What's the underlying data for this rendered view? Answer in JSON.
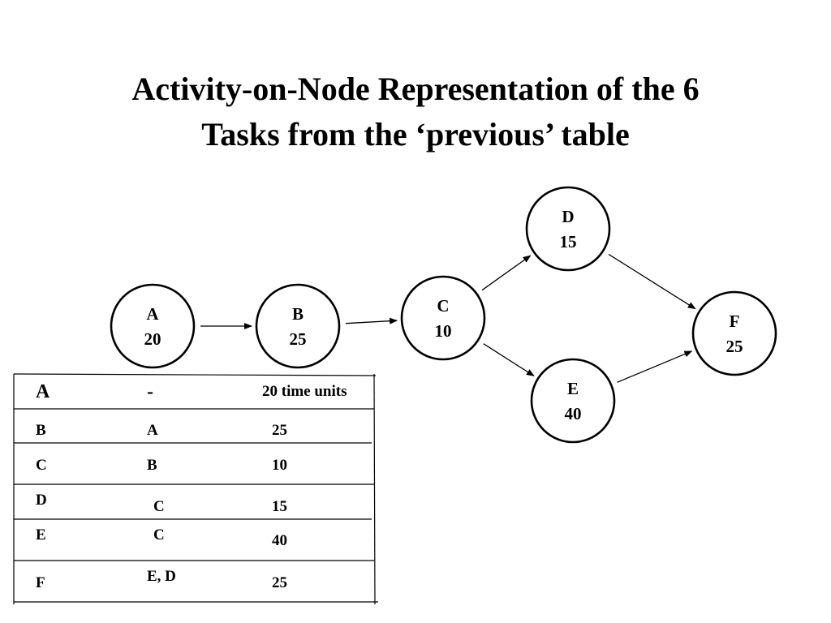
{
  "title": {
    "line1": "Activity-on-Node Representation of the 6",
    "line2": "Tasks from the ‘previous’ table"
  },
  "diagram": {
    "nodes": [
      {
        "id": "A",
        "duration": "20"
      },
      {
        "id": "B",
        "duration": "25"
      },
      {
        "id": "C",
        "duration": "10"
      },
      {
        "id": "D",
        "duration": "15"
      },
      {
        "id": "E",
        "duration": "40"
      },
      {
        "id": "F",
        "duration": "25"
      }
    ],
    "edges": [
      {
        "from": "A",
        "to": "B"
      },
      {
        "from": "B",
        "to": "C"
      },
      {
        "from": "C",
        "to": "D"
      },
      {
        "from": "C",
        "to": "E"
      },
      {
        "from": "D",
        "to": "F"
      },
      {
        "from": "E",
        "to": "F"
      }
    ]
  },
  "table": {
    "rows": [
      {
        "task": "A",
        "predecessor": "-",
        "time": "20 time units"
      },
      {
        "task": "B",
        "predecessor": "A",
        "time": "25"
      },
      {
        "task": "C",
        "predecessor": "B",
        "time": "10"
      },
      {
        "task": "D",
        "predecessor": "C",
        "time": "15"
      },
      {
        "task": "E",
        "predecessor": "C",
        "time": "40"
      },
      {
        "task": "F",
        "predecessor": "E, D",
        "time": "25"
      }
    ]
  }
}
